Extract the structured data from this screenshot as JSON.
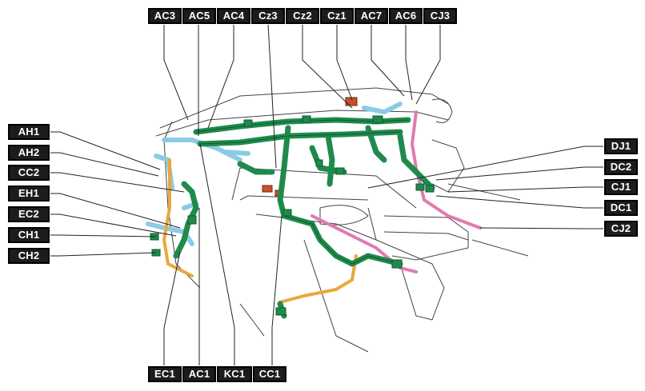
{
  "diagram": {
    "labels_top": [
      "AC3",
      "AC5",
      "AC4",
      "Cz3",
      "Cz2",
      "Cz1",
      "AC7",
      "AC6",
      "CJ3"
    ],
    "labels_left": [
      "AH1",
      "AH2",
      "CC2",
      "EH1",
      "EC2",
      "CH1",
      "CH2"
    ],
    "labels_right": [
      "DJ1",
      "DC2",
      "CJ1",
      "DC1",
      "CJ2"
    ],
    "labels_bottom": [
      "EC1",
      "AC1",
      "KC1",
      "CC1"
    ],
    "colors": {
      "label_bg": "#1c1c1c",
      "label_text": "#ffffff",
      "harness_green": "#1f8a4c",
      "harness_dark_green": "#0f5a30",
      "harness_blue": "#8ccbe4",
      "harness_orange": "#e8a93a",
      "harness_pink": "#e07ab0",
      "harness_red": "#c8502a",
      "line_art": "#333333"
    }
  }
}
